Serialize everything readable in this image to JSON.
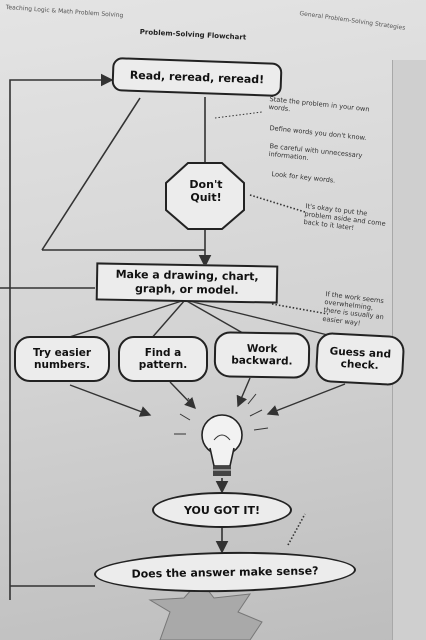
{
  "header": {
    "left": "Teaching Logic & Math Problem Solving",
    "right": "General Problem-Solving Strategies"
  },
  "title": "Problem-Solving Flowchart",
  "nodes": {
    "read": "Read, reread, reread!",
    "dont_quit": "Don't Quit!",
    "drawing": "Make a drawing, chart, graph, or model.",
    "easier": "Try easier numbers.",
    "pattern": "Find a pattern.",
    "backward": "Work backward.",
    "guess": "Guess and check.",
    "got_it": "YOU GOT IT!",
    "sense": "Does the answer make sense?"
  },
  "notes": {
    "n1": "State the problem in your own words.",
    "n2": "Define words you don't know.",
    "n3": "Be careful with unnecessary information.",
    "n4": "Look for key words.",
    "n5": "It's okay to put the problem aside and come back to it later!",
    "n6": "If the work seems overwhelming, there is usually an easier way!"
  }
}
